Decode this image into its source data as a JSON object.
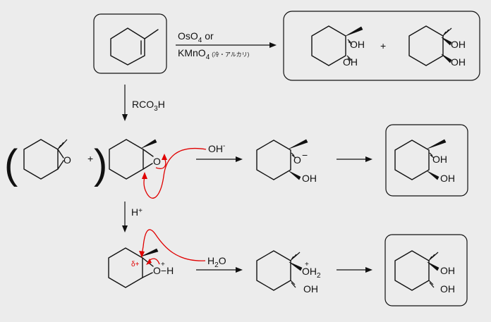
{
  "reagents": {
    "top_line1": "OsO",
    "top_line1_sub": "4",
    "top_line1_tail": "  or",
    "top_line2": "KMnO",
    "top_line2_sub": "4",
    "top_line2_note": "(冷・アルカリ)",
    "peracid": "RCO",
    "peracid_sub": "3",
    "peracid_tail": "H",
    "acid": "H",
    "acid_sup": "+",
    "hydroxide": "OH",
    "hydroxide_sup": "-",
    "water": "H",
    "water_sub": "2",
    "water_tail": "O"
  },
  "labels": {
    "plus": "+",
    "oh": "OH",
    "o": "O",
    "o_minus": "−",
    "o_h": "O−H",
    "o_plus": "+",
    "oh2_o": "OH",
    "oh2_sub": "2",
    "delta_plus": "δ+",
    "small_plus": "+",
    "paren_open": "(",
    "paren_close": ")"
  }
}
